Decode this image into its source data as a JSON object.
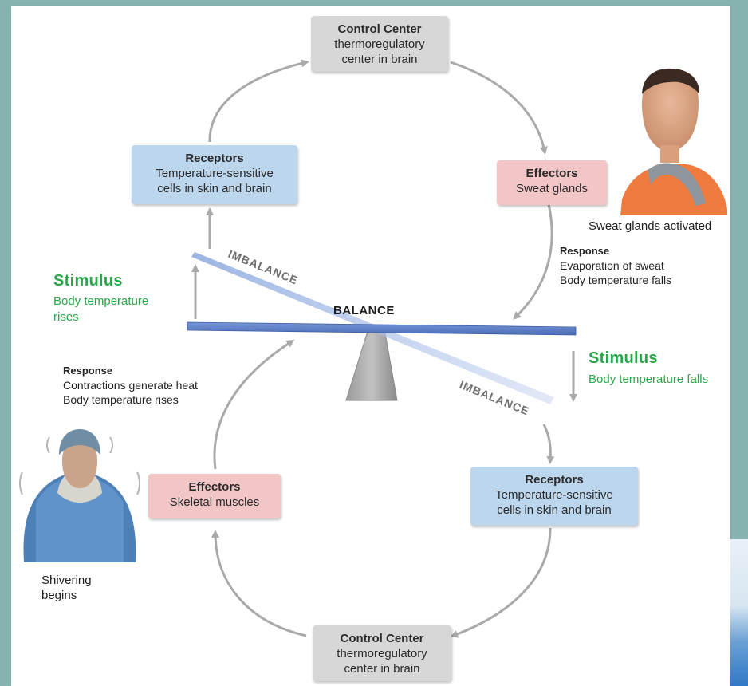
{
  "control_center_top": {
    "title": "Control Center",
    "line1": "thermoregulatory",
    "line2": "center in brain"
  },
  "control_center_bottom": {
    "title": "Control Center",
    "line1": "thermoregulatory",
    "line2": "center in brain"
  },
  "receptors_top": {
    "title": "Receptors",
    "line1": "Temperature-sensitive",
    "line2": "cells in skin and brain"
  },
  "receptors_bottom": {
    "title": "Receptors",
    "line1": "Temperature-sensitive",
    "line2": "cells in skin and brain"
  },
  "effectors_top": {
    "title": "Effectors",
    "line1": "Sweat glands"
  },
  "effectors_bottom": {
    "title": "Effectors",
    "line1": "Skeletal muscles"
  },
  "sweat_caption": "Sweat glands activated",
  "shiver_caption": {
    "line1": "Shivering",
    "line2": "begins"
  },
  "response_right": {
    "title": "Response",
    "line1": "Evaporation of sweat",
    "line2": "Body temperature falls"
  },
  "response_left": {
    "title": "Response",
    "line1": "Contractions generate heat",
    "line2": "Body temperature rises"
  },
  "stimulus_left": {
    "title": "Stimulus",
    "line1": "Body temperature",
    "line2": "rises"
  },
  "stimulus_right": {
    "title": "Stimulus",
    "line1": "Body temperature falls"
  },
  "balance_label": "BALANCE",
  "imbalance_top": "IMBALANCE",
  "imbalance_bottom": "IMBALANCE",
  "colors": {
    "stimulus_green": "#2aa64a",
    "box_gray": "#d7d7d7",
    "box_blue": "#bcd6ee",
    "box_pink": "#f2c6c6",
    "arrow_gray": "#a9a9a9",
    "beam_blue": "#5a7fc8",
    "background_teal": "#86b3b0"
  }
}
